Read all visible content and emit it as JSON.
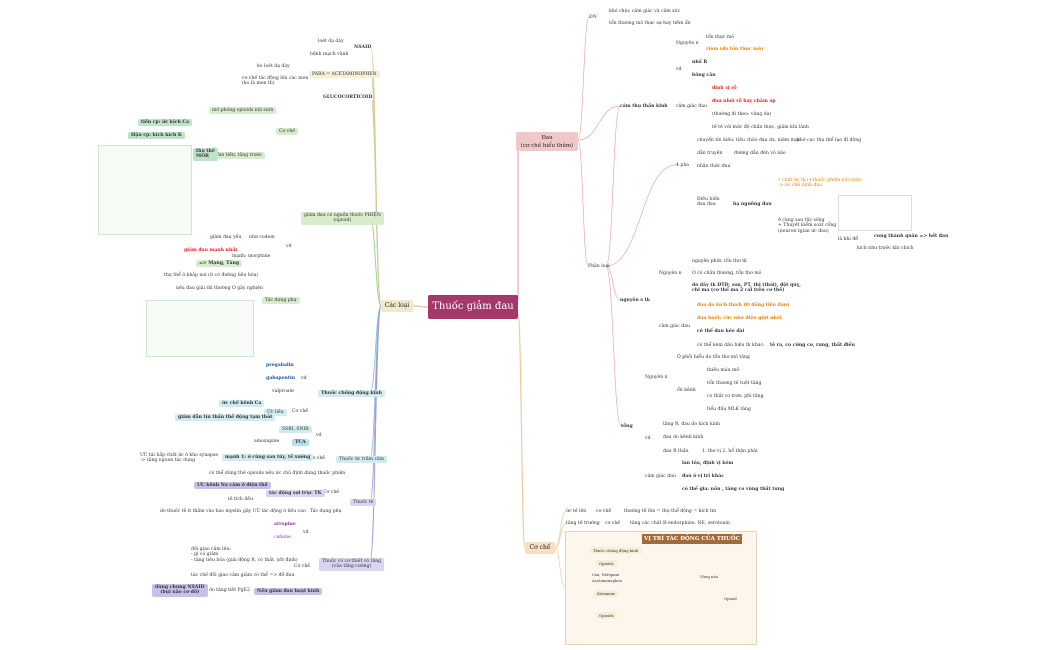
{
  "root": "Thuốc giảm đau",
  "branches": {
    "cac_loai": "Các loại",
    "dau": "Đau\n(cơ chế hiểu thêm)",
    "co_che": "Cơ chế"
  },
  "nsaid": {
    "title": "NSAID",
    "items": [
      "loét dạ dày",
      "bệnh mạch vành"
    ]
  },
  "para": {
    "title": "PARA = ACETAMINOPHEN",
    "items": [
      "ko loét dạ dày",
      "cơ chế tác động lên các men\n(ko là men tb)"
    ]
  },
  "gluco": "GLUCOCORTICOID",
  "opioid": {
    "title": "giảm đau có nguồn thuốc PHIỆN\n(opioid)",
    "co_che": "Cơ chế",
    "co_che_items": [
      "mở phóng opioids nội sinh",
      "Giảm tiền, tăng trước"
    ],
    "thu_the": "thụ thể\nMOR",
    "kich_thich": [
      "tiền cp: ức kích Ca",
      "Hậu cp: kích kích K"
    ],
    "vd": "vd",
    "vd_items": [
      "giảm đau yếu",
      "như codein",
      "giảm đau mạnh nhất",
      "mạnh: morphine",
      "=> Mạng, Tăng"
    ],
    "tac_dung_phu": "Tác dụng phụ",
    "tdp_items": [
      "thụ thể ở khắp nơi (ít có đường tiêu hóa)",
      "nếu đau giải thì thường O gây nghiện"
    ]
  },
  "chong_dong": {
    "title": "Thuốc chống động kinh",
    "vd": "vd",
    "vd_items": [
      "pregabalin",
      "gabapentin",
      "valproate"
    ],
    "co_che": "Cơ chế",
    "uc_lieu": "Ức liều",
    "items": [
      "ức chế kênh Ca",
      "giảm dẫn tín thần thể động tạm thời"
    ]
  },
  "tram_cam": {
    "title": "Thuốc ức trầm cảm",
    "vd": "vd",
    "vd_items": [
      "SSRI, SNRI",
      "amoxapine",
      "TCA"
    ],
    "co_che": "Cơ chế",
    "items": [
      "mạnh 1: ở cùng sau tủy, tế xướng",
      "ƯC tái hấp chất ức ở kho synapse\n-> tăng ngoan tác dụng",
      "có thể dùng thế opioids nếu ức chủ định dùng thuốc phiện"
    ]
  },
  "thuoc_te": {
    "title": "Thuốc tê",
    "co_che": "Cơ chế",
    "tac_dung_phu": "Tác dụng phụ",
    "items": [
      "ƯC kênh Na cảm ở điện thế",
      "tác động sợi trục TK",
      "tê tích liều",
      "do thuốc tê ít thấm vào bao myelin",
      "gây ƯC tác động ở liều cao"
    ]
  },
  "co_tro": {
    "title": "Thuốc có cơ thiết có tăng\n(của tăng cường)",
    "vd": "vd",
    "vd_items": [
      "atropine",
      "cafeine"
    ],
    "co_che": "Cơ chế",
    "items": [
      "đối giao cảm lên:\n- gì có giảm\n- tăng tiêu hóa (giải động R, có thất, xốt định)",
      "tác chế đối giao cảm giảm có thể => đỡ đau"
    ],
    "nsaid_pgE2": "Nếu giảm đau hoạt kinh",
    "pge2_item": "do tăng tiết PgE2",
    "dung_chung": "dùng chung NSAID\n(bụi não cơ đỡ)"
  },
  "dau": {
    "dn": "ĐN",
    "dn_items": [
      "khó chịu: cảm giác và cảm xúc",
      "tổn thương mô thực sự hay tiềm ẩn"
    ],
    "cam_tho": "cảm thụ thần kinh",
    "nguyen_nhan": "Nguyên n",
    "nn_items": [
      "tổn thực mô",
      "viêm (do tổn thực mô)"
    ],
    "vd": "vd",
    "vd_items": [
      "nhổ R",
      "bỏng cân"
    ],
    "cam_giac": "cảm giác đau",
    "cg_items": [
      "định vị rõ",
      "đau nhói rõ hay châm áp",
      "(thường đi theo: vùng da)",
      "tế tế với mức độ chấn thực, giảm khi lành"
    ],
    "phan_loai": "Phân loại",
    "pha": "4 pha",
    "pha_items": [
      "chuyển tín kiêu: tiêu chảo đau da, niêm mạc",
      "khớ cục thụ thể tạo đỉ động",
      "dẫn truyền",
      "đường dẫn đến vỏ não",
      "nhận thức đau",
      "Điều biến\nđau đau",
      "hạ ngưỡng đau"
    ],
    "dieu_bien": [
      "• chất ức tk (+thuốc phiện nội sinh)\n-> ức chế dịnh đau",
      "ở cùng sau tủy sống\n+ Thuyết kiểm soát cổng\n(neuron tgian ức đau)"
    ],
    "la_khi": [
      "là khi để",
      "cung thành quân => hết đau",
      "kích như trước khi chích"
    ],
    "nguyen_s": "nguyên s tk",
    "ns_items": [
      "nguyên phát: tổn thơ tk",
      "O có chấn thương, tổn thơ mô",
      "do dây tk ĐTĐ, zon, PT, thị (thái), đột quỵ,\nchi ma (cơ thể ma 2 cái trên cơ thể)"
    ],
    "cam_giac2": "cảm giác đau",
    "cg2_items": [
      "đau do kích thích (O đồng tiền đau)",
      "đau buốt: cúc như điện giựt nhói",
      "có thể đau kéo dài",
      "có thể kèm dấu hiệu tk khác:",
      "tê ra, co cứng cơ, rung, thất điều"
    ],
    "tong": "tổng",
    "tong_nguyen": "Nguyên n",
    "tong_items": [
      "Ô phối hiểu do tổn thơ mô tăng",
      "ổn kênh",
      "thiếu máu mồ",
      "tổn thương tế tuột tăng",
      "co thắt cơ trơn: phì tăng",
      "tiểu đầu MLK tăng"
    ],
    "tong_vd": "vd",
    "tong_vd_items": [
      "tăng R, đau do kích kinh",
      "đau do kênh kinh",
      "đau R thần",
      "1. thơ vị 2. hổ thận phải"
    ],
    "tong_cg": "cảm giác đau",
    "tong_cg_items": [
      "lan tỏa, định vị kém",
      "đau ở vị trí khác",
      "có thể gia: nôn , tăng co vùng thất tung"
    ]
  },
  "co_che_branch": {
    "items": [
      "ức tế lên",
      "cơ chế",
      "thường tế lên = thụ thể động = kích tm",
      "tăng tế trường",
      "cơ chế",
      "tăng các chất B-endorphine, NE, serotonin"
    ],
    "fig_title": "VỊ TRÍ TÁC ĐỘNG CỦA THUỐC",
    "fig_labels": [
      "Thuốc chống động kinh",
      "Opioids",
      "Cxx, Nefopam",
      "Acetaminophen",
      "Ketamine",
      "Opioids",
      "Vùng não",
      "Opioid"
    ]
  }
}
